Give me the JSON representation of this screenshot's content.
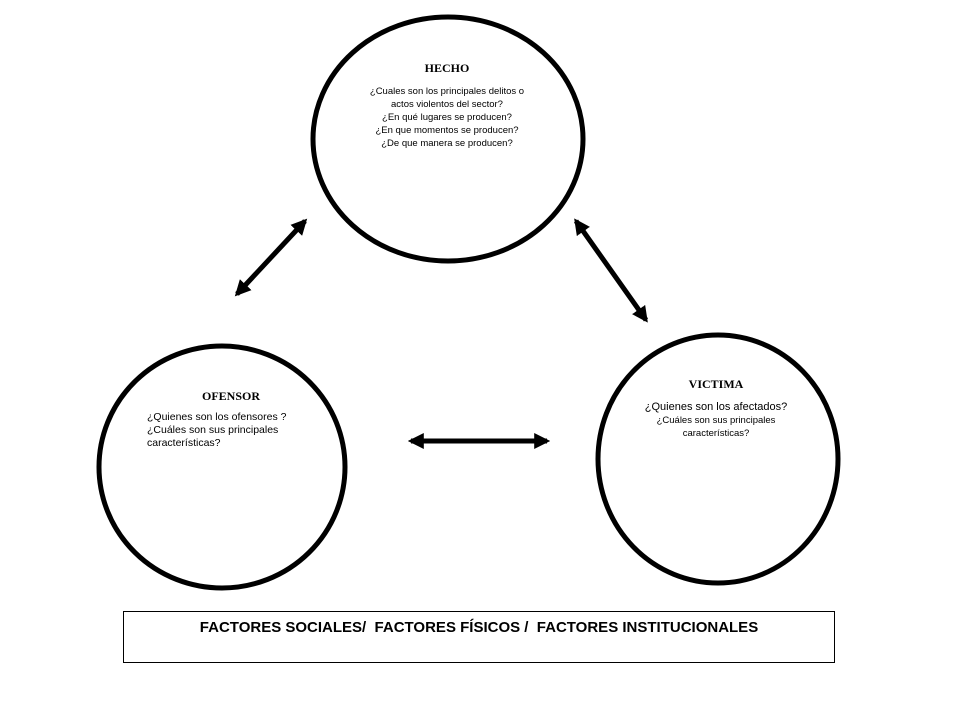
{
  "nodes": {
    "hecho": {
      "title": "HECHO",
      "questions": [
        "¿Cuales son los principales delitos o",
        "actos violentos del sector?",
        "¿En qué lugares se producen?",
        "¿En que momentos se producen?",
        "¿De que manera se producen?"
      ]
    },
    "victima": {
      "title": "VICTIMA",
      "questions": [
        "¿Quienes son los afectados?",
        "¿Cuáles son sus principales",
        "características?"
      ]
    },
    "ofensor": {
      "title": "OFENSOR",
      "questions": [
        "¿Quienes son los ofensores ?",
        "¿Cuáles son sus principales",
        "características?"
      ]
    }
  },
  "factors": "FACTORES SOCIALES/  FACTORES FÍSICOS /  FACTORES INSTITUCIONALES",
  "colors": {
    "stroke": "#000000",
    "background": "#ffffff"
  }
}
